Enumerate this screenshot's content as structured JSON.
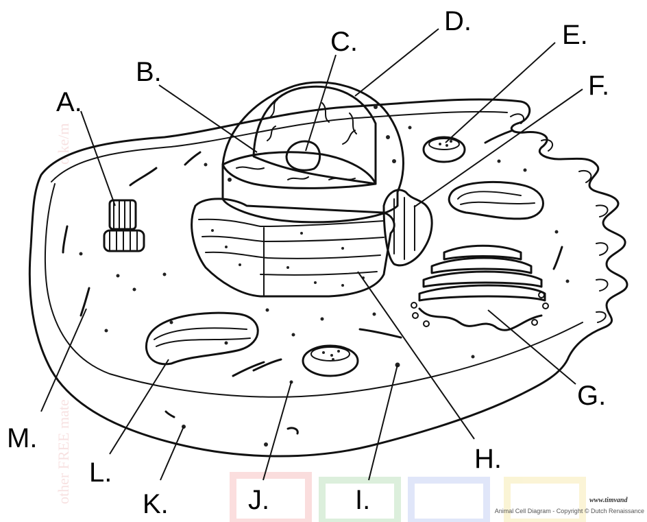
{
  "diagram": {
    "labels": [
      "A.",
      "B.",
      "C.",
      "D.",
      "E.",
      "F.",
      "G.",
      "H.",
      "I.",
      "J.",
      "K.",
      "L.",
      "M."
    ],
    "copyright_site": "www.timvand",
    "copyright_text": "Animal Cell Diagram - Copyright © Dutch Renaissance",
    "watermark_1": "other FREE mate",
    "watermark_2": "o.ke/m"
  }
}
